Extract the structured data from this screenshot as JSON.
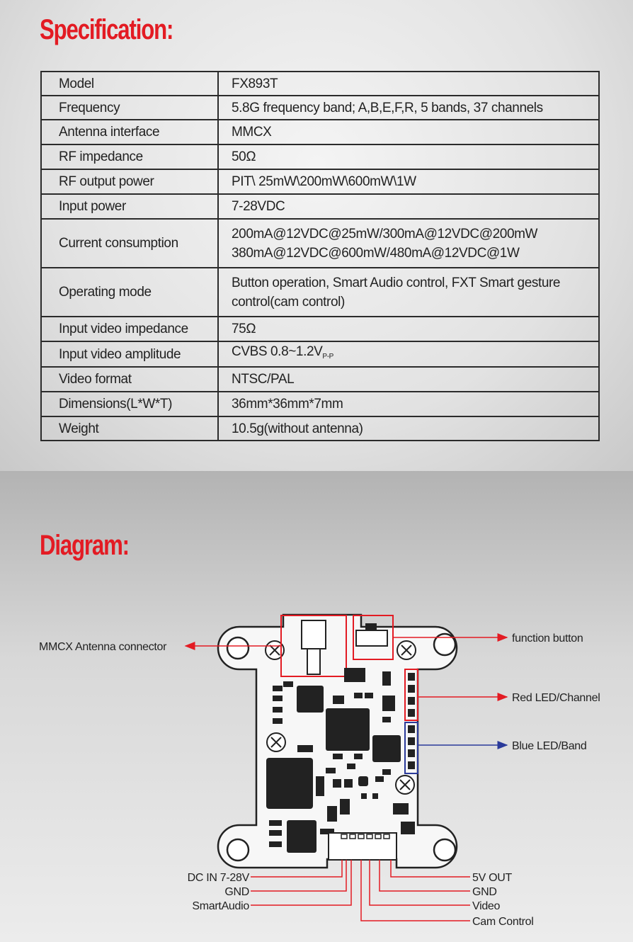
{
  "spec_heading": "Specification:",
  "diagram_heading": "Diagram:",
  "colors": {
    "heading": "#e31b23",
    "red_line": "#e31b23",
    "blue_line": "#2a3a9a"
  },
  "spec_rows": [
    {
      "key": "Model",
      "value": "FX893T"
    },
    {
      "key": "Frequency",
      "value": "5.8G frequency band; A,B,E,F,R, 5 bands, 37 channels"
    },
    {
      "key": "Antenna interface",
      "value": "MMCX"
    },
    {
      "key": "RF impedance",
      "value": "50Ω"
    },
    {
      "key": "RF output power",
      "value": "PIT\\ 25mW\\200mW\\600mW\\1W"
    },
    {
      "key": "Input power",
      "value": "7-28VDC"
    },
    {
      "key": "Current consumption",
      "value_lines": [
        "200mA@12VDC@25mW/300mA@12VDC@200mW",
        "380mA@12VDC@600mW/480mA@12VDC@1W"
      ]
    },
    {
      "key": "Operating mode",
      "value_lines": [
        "Button operation, Smart Audio control, FXT Smart gesture",
        "control(cam control)"
      ]
    },
    {
      "key": "Input video impedance",
      "value": "75Ω"
    },
    {
      "key": "Input video amplitude",
      "value": "CVBS 0.8~1.2V",
      "value_sub": "P-P"
    },
    {
      "key": "Video format",
      "value": "NTSC/PAL"
    },
    {
      "key": "Dimensions(L*W*T)",
      "value": "36mm*36mm*7mm"
    },
    {
      "key": "Weight",
      "value": "10.5g(without antenna)"
    }
  ],
  "diagram_labels": {
    "mmcx": "MMCX Antenna connector",
    "function_button": "function button",
    "red_led": "Red LED/Channel",
    "blue_led": "Blue LED/Band",
    "dc_in": "DC IN 7-28V",
    "gnd_left": "GND",
    "smartaudio": "SmartAudio",
    "five_v_out": "5V OUT",
    "gnd_right": "GND",
    "video": "Video",
    "cam_control": "Cam Control"
  }
}
